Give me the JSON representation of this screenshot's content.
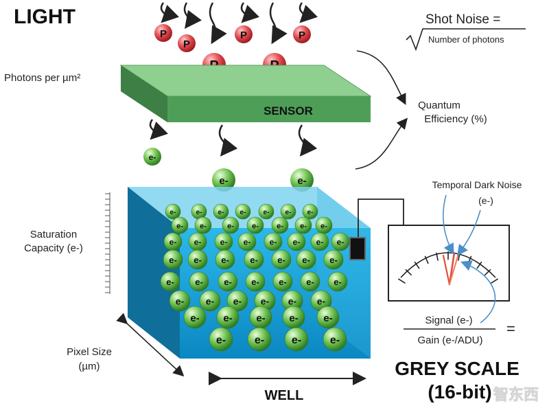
{
  "title": "LIGHT",
  "photon_glyph": "P",
  "electron_glyph": "e-",
  "photons_label": "Photons per µm²",
  "shot_noise": {
    "label": "Shot Noise =",
    "under_root": "Number of photons"
  },
  "sensor_label": "SENSOR",
  "quantum_efficiency": {
    "line1": "Quantum",
    "line2": "Efficiency (%)"
  },
  "saturation": {
    "line1": "Saturation",
    "line2": "Capacity (e-)"
  },
  "pixel_size": {
    "line1": "Pixel Size",
    "line2": "(µm)"
  },
  "well_label": "WELL",
  "temporal_dark_noise": {
    "line1": "Temporal Dark Noise",
    "line2": "(e-)"
  },
  "formula": {
    "numerator": "Signal (e-)",
    "denominator": "Gain (e-/ADU)",
    "equals": "="
  },
  "grey_scale": {
    "line1": "GREY SCALE",
    "line2": "(16-bit)"
  },
  "watermark": "智东西",
  "colors": {
    "photon": "#d9363e",
    "electron": "#4fae3c",
    "sensor_top": "#8fcf90",
    "sensor_front": "#4e9e58",
    "well_front": "#1aa6dd",
    "well_side": "#0f6f9a",
    "well_top": "#7fd3f0",
    "needle": "#e0503a",
    "arrow_blue": "#4a8fc8"
  }
}
